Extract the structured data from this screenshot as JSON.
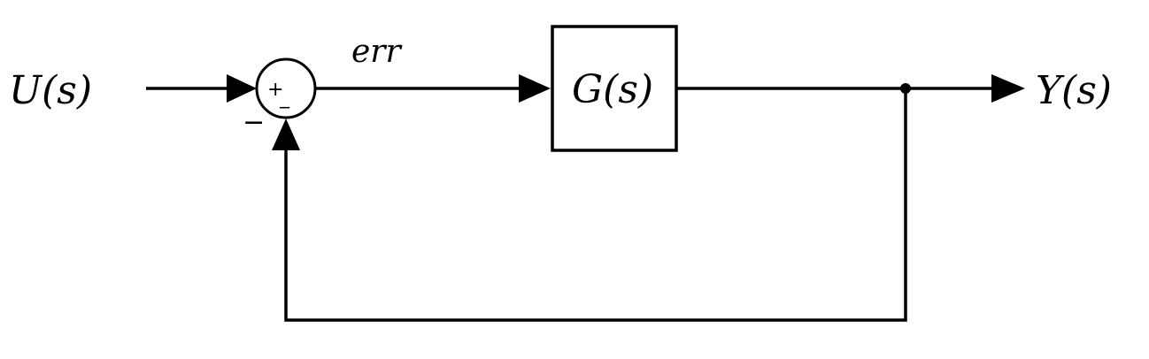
{
  "diagram": {
    "input_label": "U(s)",
    "output_label": "Y(s)",
    "error_label": "err",
    "block_label": "G(s)",
    "sum_plus": "+",
    "sum_minus_inside": "_",
    "sum_minus_outside": "−"
  }
}
